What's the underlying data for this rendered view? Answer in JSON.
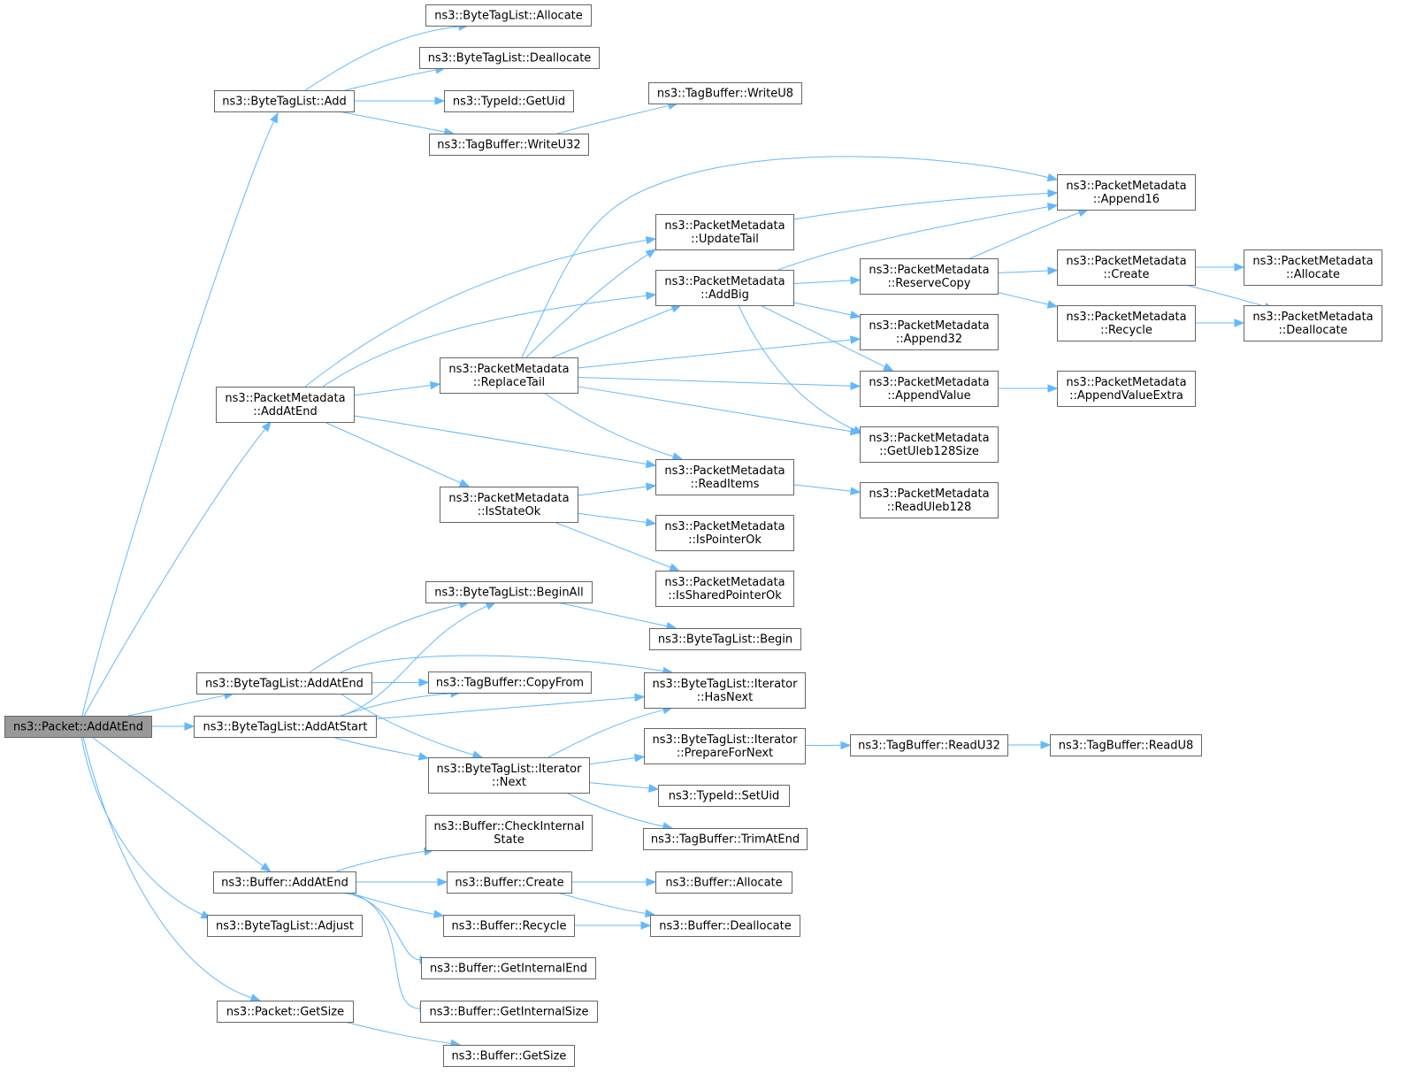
{
  "diagram": {
    "type": "call-graph",
    "root": "pkt_addatend",
    "nodes": [
      {
        "id": "pkt_addatend",
        "lines": [
          "ns3::Packet::AddAtEnd"
        ],
        "root": true
      },
      {
        "id": "btl_add",
        "lines": [
          "ns3::ByteTagList::Add"
        ]
      },
      {
        "id": "btl_allocate",
        "lines": [
          "ns3::ByteTagList::Allocate"
        ]
      },
      {
        "id": "btl_deallocate",
        "lines": [
          "ns3::ByteTagList::Deallocate"
        ]
      },
      {
        "id": "typeid_getuid",
        "lines": [
          "ns3::TypeId::GetUid"
        ]
      },
      {
        "id": "tb_writeu32",
        "lines": [
          "ns3::TagBuffer::WriteU32"
        ]
      },
      {
        "id": "tb_writeu8",
        "lines": [
          "ns3::TagBuffer::WriteU8"
        ]
      },
      {
        "id": "pm_addatend",
        "lines": [
          "ns3::PacketMetadata",
          "::AddAtEnd"
        ]
      },
      {
        "id": "pm_updatetail",
        "lines": [
          "ns3::PacketMetadata",
          "::UpdateTail"
        ]
      },
      {
        "id": "pm_addbig",
        "lines": [
          "ns3::PacketMetadata",
          "::AddBig"
        ]
      },
      {
        "id": "pm_replacetail",
        "lines": [
          "ns3::PacketMetadata",
          "::ReplaceTail"
        ]
      },
      {
        "id": "pm_readitems",
        "lines": [
          "ns3::PacketMetadata",
          "::ReadItems"
        ]
      },
      {
        "id": "pm_isstateok",
        "lines": [
          "ns3::PacketMetadata",
          "::IsStateOk"
        ]
      },
      {
        "id": "pm_ispointerok",
        "lines": [
          "ns3::PacketMetadata",
          "::IsPointerOk"
        ]
      },
      {
        "id": "pm_issharedpointerok",
        "lines": [
          "ns3::PacketMetadata",
          "::IsSharedPointerOk"
        ]
      },
      {
        "id": "pm_append16",
        "lines": [
          "ns3::PacketMetadata",
          "::Append16"
        ]
      },
      {
        "id": "pm_reservecopy",
        "lines": [
          "ns3::PacketMetadata",
          "::ReserveCopy"
        ]
      },
      {
        "id": "pm_append32",
        "lines": [
          "ns3::PacketMetadata",
          "::Append32"
        ]
      },
      {
        "id": "pm_appendvalue",
        "lines": [
          "ns3::PacketMetadata",
          "::AppendValue"
        ]
      },
      {
        "id": "pm_getuleb128size",
        "lines": [
          "ns3::PacketMetadata",
          "::GetUleb128Size"
        ]
      },
      {
        "id": "pm_readuleb128",
        "lines": [
          "ns3::PacketMetadata",
          "::ReadUleb128"
        ]
      },
      {
        "id": "pm_create",
        "lines": [
          "ns3::PacketMetadata",
          "::Create"
        ]
      },
      {
        "id": "pm_recycle",
        "lines": [
          "ns3::PacketMetadata",
          "::Recycle"
        ]
      },
      {
        "id": "pm_appendvalueextra",
        "lines": [
          "ns3::PacketMetadata",
          "::AppendValueExtra"
        ]
      },
      {
        "id": "pm_allocate",
        "lines": [
          "ns3::PacketMetadata",
          "::Allocate"
        ]
      },
      {
        "id": "pm_deallocate",
        "lines": [
          "ns3::PacketMetadata",
          "::Deallocate"
        ]
      },
      {
        "id": "btl_beginall",
        "lines": [
          "ns3::ByteTagList::BeginAll"
        ]
      },
      {
        "id": "btl_begin",
        "lines": [
          "ns3::ByteTagList::Begin"
        ]
      },
      {
        "id": "btl_addatend",
        "lines": [
          "ns3::ByteTagList::AddAtEnd"
        ]
      },
      {
        "id": "tb_copyfrom",
        "lines": [
          "ns3::TagBuffer::CopyFrom"
        ]
      },
      {
        "id": "btl_it_hasnext",
        "lines": [
          "ns3::ByteTagList::Iterator",
          "::HasNext"
        ]
      },
      {
        "id": "btl_addatstart",
        "lines": [
          "ns3::ByteTagList::AddAtStart"
        ]
      },
      {
        "id": "btl_it_next",
        "lines": [
          "ns3::ByteTagList::Iterator",
          "::Next"
        ]
      },
      {
        "id": "btl_it_preparefornext",
        "lines": [
          "ns3::ByteTagList::Iterator",
          "::PrepareForNext"
        ]
      },
      {
        "id": "typeid_setuid",
        "lines": [
          "ns3::TypeId::SetUid"
        ]
      },
      {
        "id": "tb_trimatend",
        "lines": [
          "ns3::TagBuffer::TrimAtEnd"
        ]
      },
      {
        "id": "tb_readu32",
        "lines": [
          "ns3::TagBuffer::ReadU32"
        ]
      },
      {
        "id": "tb_readu8",
        "lines": [
          "ns3::TagBuffer::ReadU8"
        ]
      },
      {
        "id": "buf_checkinternalstate",
        "lines": [
          "ns3::Buffer::CheckInternal",
          "State"
        ]
      },
      {
        "id": "buf_addatend",
        "lines": [
          "ns3::Buffer::AddAtEnd"
        ]
      },
      {
        "id": "buf_create",
        "lines": [
          "ns3::Buffer::Create"
        ]
      },
      {
        "id": "buf_allocate",
        "lines": [
          "ns3::Buffer::Allocate"
        ]
      },
      {
        "id": "buf_recycle",
        "lines": [
          "ns3::Buffer::Recycle"
        ]
      },
      {
        "id": "buf_deallocate",
        "lines": [
          "ns3::Buffer::Deallocate"
        ]
      },
      {
        "id": "buf_getinternalend",
        "lines": [
          "ns3::Buffer::GetInternalEnd"
        ]
      },
      {
        "id": "buf_getinternalsize",
        "lines": [
          "ns3::Buffer::GetInternalSize"
        ]
      },
      {
        "id": "btl_adjust",
        "lines": [
          "ns3::ByteTagList::Adjust"
        ]
      },
      {
        "id": "pkt_getsize",
        "lines": [
          "ns3::Packet::GetSize"
        ]
      },
      {
        "id": "buf_getsize",
        "lines": [
          "ns3::Buffer::GetSize"
        ]
      }
    ],
    "edges": [
      [
        "pkt_addatend",
        "btl_add"
      ],
      [
        "pkt_addatend",
        "pm_addatend"
      ],
      [
        "pkt_addatend",
        "btl_addatend"
      ],
      [
        "pkt_addatend",
        "btl_addatstart"
      ],
      [
        "pkt_addatend",
        "buf_addatend"
      ],
      [
        "pkt_addatend",
        "btl_adjust"
      ],
      [
        "pkt_addatend",
        "pkt_getsize"
      ],
      [
        "btl_add",
        "btl_allocate"
      ],
      [
        "btl_add",
        "btl_deallocate"
      ],
      [
        "btl_add",
        "typeid_getuid"
      ],
      [
        "btl_add",
        "tb_writeu32"
      ],
      [
        "tb_writeu32",
        "tb_writeu8"
      ],
      [
        "pm_addatend",
        "pm_updatetail"
      ],
      [
        "pm_addatend",
        "pm_addbig"
      ],
      [
        "pm_addatend",
        "pm_replacetail"
      ],
      [
        "pm_addatend",
        "pm_readitems"
      ],
      [
        "pm_addatend",
        "pm_isstateok"
      ],
      [
        "pm_updatetail",
        "pm_append16"
      ],
      [
        "pm_addbig",
        "pm_append16"
      ],
      [
        "pm_addbig",
        "pm_reservecopy"
      ],
      [
        "pm_addbig",
        "pm_append32"
      ],
      [
        "pm_addbig",
        "pm_appendvalue"
      ],
      [
        "pm_addbig",
        "pm_getuleb128size"
      ],
      [
        "pm_replacetail",
        "pm_append16"
      ],
      [
        "pm_replacetail",
        "pm_updatetail"
      ],
      [
        "pm_replacetail",
        "pm_addbig"
      ],
      [
        "pm_replacetail",
        "pm_append32"
      ],
      [
        "pm_replacetail",
        "pm_appendvalue"
      ],
      [
        "pm_replacetail",
        "pm_getuleb128size"
      ],
      [
        "pm_replacetail",
        "pm_readitems"
      ],
      [
        "pm_reservecopy",
        "pm_append16"
      ],
      [
        "pm_reservecopy",
        "pm_create"
      ],
      [
        "pm_reservecopy",
        "pm_recycle"
      ],
      [
        "pm_create",
        "pm_allocate"
      ],
      [
        "pm_create",
        "pm_deallocate"
      ],
      [
        "pm_recycle",
        "pm_deallocate"
      ],
      [
        "pm_appendvalue",
        "pm_appendvalueextra"
      ],
      [
        "pm_readitems",
        "pm_readuleb128"
      ],
      [
        "pm_isstateok",
        "pm_readitems"
      ],
      [
        "pm_isstateok",
        "pm_ispointerok"
      ],
      [
        "pm_isstateok",
        "pm_issharedpointerok"
      ],
      [
        "btl_beginall",
        "btl_begin"
      ],
      [
        "btl_addatend",
        "btl_beginall"
      ],
      [
        "btl_addatend",
        "tb_copyfrom"
      ],
      [
        "btl_addatend",
        "btl_it_hasnext"
      ],
      [
        "btl_addatend",
        "btl_it_next"
      ],
      [
        "btl_addatstart",
        "btl_beginall"
      ],
      [
        "btl_addatstart",
        "tb_copyfrom"
      ],
      [
        "btl_addatstart",
        "btl_it_hasnext"
      ],
      [
        "btl_addatstart",
        "btl_it_next"
      ],
      [
        "btl_it_next",
        "btl_it_hasnext"
      ],
      [
        "btl_it_next",
        "btl_it_preparefornext"
      ],
      [
        "btl_it_next",
        "typeid_setuid"
      ],
      [
        "btl_it_next",
        "tb_trimatend"
      ],
      [
        "btl_it_preparefornext",
        "tb_readu32"
      ],
      [
        "tb_readu32",
        "tb_readu8"
      ],
      [
        "buf_addatend",
        "buf_checkinternalstate"
      ],
      [
        "buf_addatend",
        "buf_create"
      ],
      [
        "buf_addatend",
        "buf_recycle"
      ],
      [
        "buf_addatend",
        "buf_getinternalend"
      ],
      [
        "buf_addatend",
        "buf_getinternalsize"
      ],
      [
        "buf_create",
        "buf_allocate"
      ],
      [
        "buf_create",
        "buf_deallocate"
      ],
      [
        "buf_recycle",
        "buf_deallocate"
      ],
      [
        "pkt_getsize",
        "buf_getsize"
      ]
    ]
  }
}
